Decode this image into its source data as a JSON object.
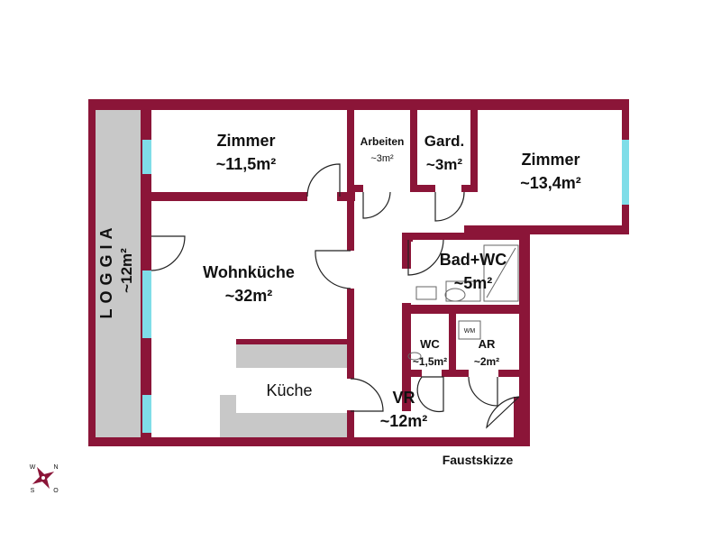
{
  "colors": {
    "wall": "#8b1538",
    "window": "#7fdde8",
    "loggia": "#c8c8c8",
    "kitchen": "#c8c8c8",
    "compass": "#8b1538"
  },
  "rooms": {
    "zimmer1": {
      "name": "Zimmer",
      "area": "~11,5m²"
    },
    "arbeiten": {
      "name": "Arbeiten",
      "area": "~3m²"
    },
    "gard": {
      "name": "Gard.",
      "area": "~3m²"
    },
    "zimmer2": {
      "name": "Zimmer",
      "area": "~13,4m²"
    },
    "wohnkueche": {
      "name": "Wohnküche",
      "area": "~32m²"
    },
    "bad": {
      "name": "Bad+WC",
      "area": "~5m²"
    },
    "wc": {
      "name": "WC",
      "area": "~1,5m²"
    },
    "ar": {
      "name": "AR",
      "area": "~2m²"
    },
    "vr": {
      "name": "VR",
      "area": "~12m²"
    },
    "kueche": {
      "name": "Küche"
    },
    "loggia": {
      "name": "LOGGIA",
      "area": "~12m²"
    }
  },
  "fixtures": {
    "wm": "WM"
  },
  "caption": "Faustskizze",
  "compass": {
    "n": "N",
    "s": "S",
    "w": "W",
    "o": "O"
  }
}
